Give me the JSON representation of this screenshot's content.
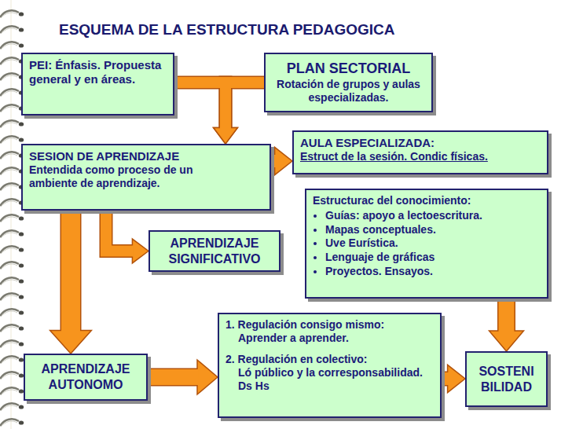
{
  "diagram": {
    "title": "ESQUEMA DE LA ESTRUCTURA PEDAGOGICA",
    "nodes": [
      {
        "text": [
          "PEI: Énfasis. Propuesta general y en áreas."
        ]
      },
      {
        "text": [
          "PLAN SECTORIAL",
          "Rotación de grupos y aulas especializadas."
        ]
      },
      {
        "text": [
          "SESION DE APRENDIZAJE",
          "Entendida como proceso de un ambiente de aprendizaje."
        ]
      },
      {
        "text": [
          "AULA ESPECIALIZADA:",
          "Estruct de la sesión. Condic físicas."
        ]
      },
      {
        "text": [
          "Estructurac del conocimiento:",
          "Guías: apoyo a lectoescritura.",
          "Mapas conceptuales.",
          "Uve Eurística.",
          "Lenguaje de gráficas",
          "Proyectos. Ensayos."
        ]
      },
      {
        "text": [
          "APRENDIZAJE SIGNIFICATIVO"
        ]
      },
      {
        "text": [
          "APRENDIZAJE AUTONOMO"
        ]
      },
      {
        "text": [
          "1. Regulación consigo mismo:",
          "Aprender a aprender.",
          "2. Regulación en colectivo:",
          "Ló público y la corresponsabilidad. Ds Hs"
        ]
      },
      {
        "text": [
          "SOSTENI BILIDAD"
        ]
      }
    ],
    "edges": [
      {
        "from": 0,
        "to": 2,
        "arrow": "to"
      },
      {
        "from": 1,
        "to": 2,
        "arrow": "to"
      },
      {
        "from": 2,
        "to": 3,
        "arrow": "to"
      },
      {
        "from": 2,
        "to": 5,
        "arrow": "to"
      },
      {
        "from": 2,
        "to": 6,
        "arrow": "to"
      },
      {
        "from": 6,
        "to": 7,
        "arrow": "to"
      },
      {
        "from": 7,
        "to": 8,
        "arrow": "to"
      },
      {
        "from": 4,
        "to": 8,
        "arrow": "to"
      }
    ]
  }
}
